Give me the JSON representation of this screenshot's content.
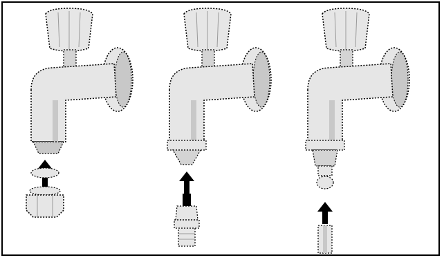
{
  "figure": {
    "panel_count": 3,
    "panels": [
      {
        "step": 1,
        "connector_icon": "threaded-adapter-icon",
        "arrow_direction": "up"
      },
      {
        "step": 2,
        "connector_icon": "hose-coupling-icon",
        "arrow_direction": "up"
      },
      {
        "step": 3,
        "connector_icon": "hose-icon",
        "arrow_direction": "up"
      }
    ],
    "colors": {
      "fill": "#e6e6e6",
      "shade": "#c8c8c8",
      "outline": "#000000",
      "arrow": "#000000",
      "background": "#ffffff"
    }
  }
}
